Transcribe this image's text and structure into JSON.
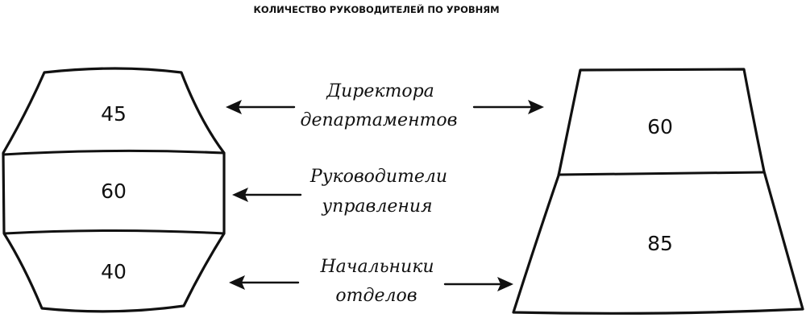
{
  "title": "КОЛИЧЕСТВО РУКОВОДИТЕЛЕЙ ПО УРОВНЯМ",
  "left_shape": {
    "segments": [
      "45",
      "60",
      "40"
    ]
  },
  "right_shape": {
    "segments": [
      "60",
      "85"
    ]
  },
  "levels": [
    {
      "line1": "Директора",
      "line2": "департаментов",
      "arrows": "both"
    },
    {
      "line1": "Руководители",
      "line2": "управления",
      "arrows": "left"
    },
    {
      "line1": "Начальники",
      "line2": "отделов",
      "arrows": "both"
    }
  ]
}
